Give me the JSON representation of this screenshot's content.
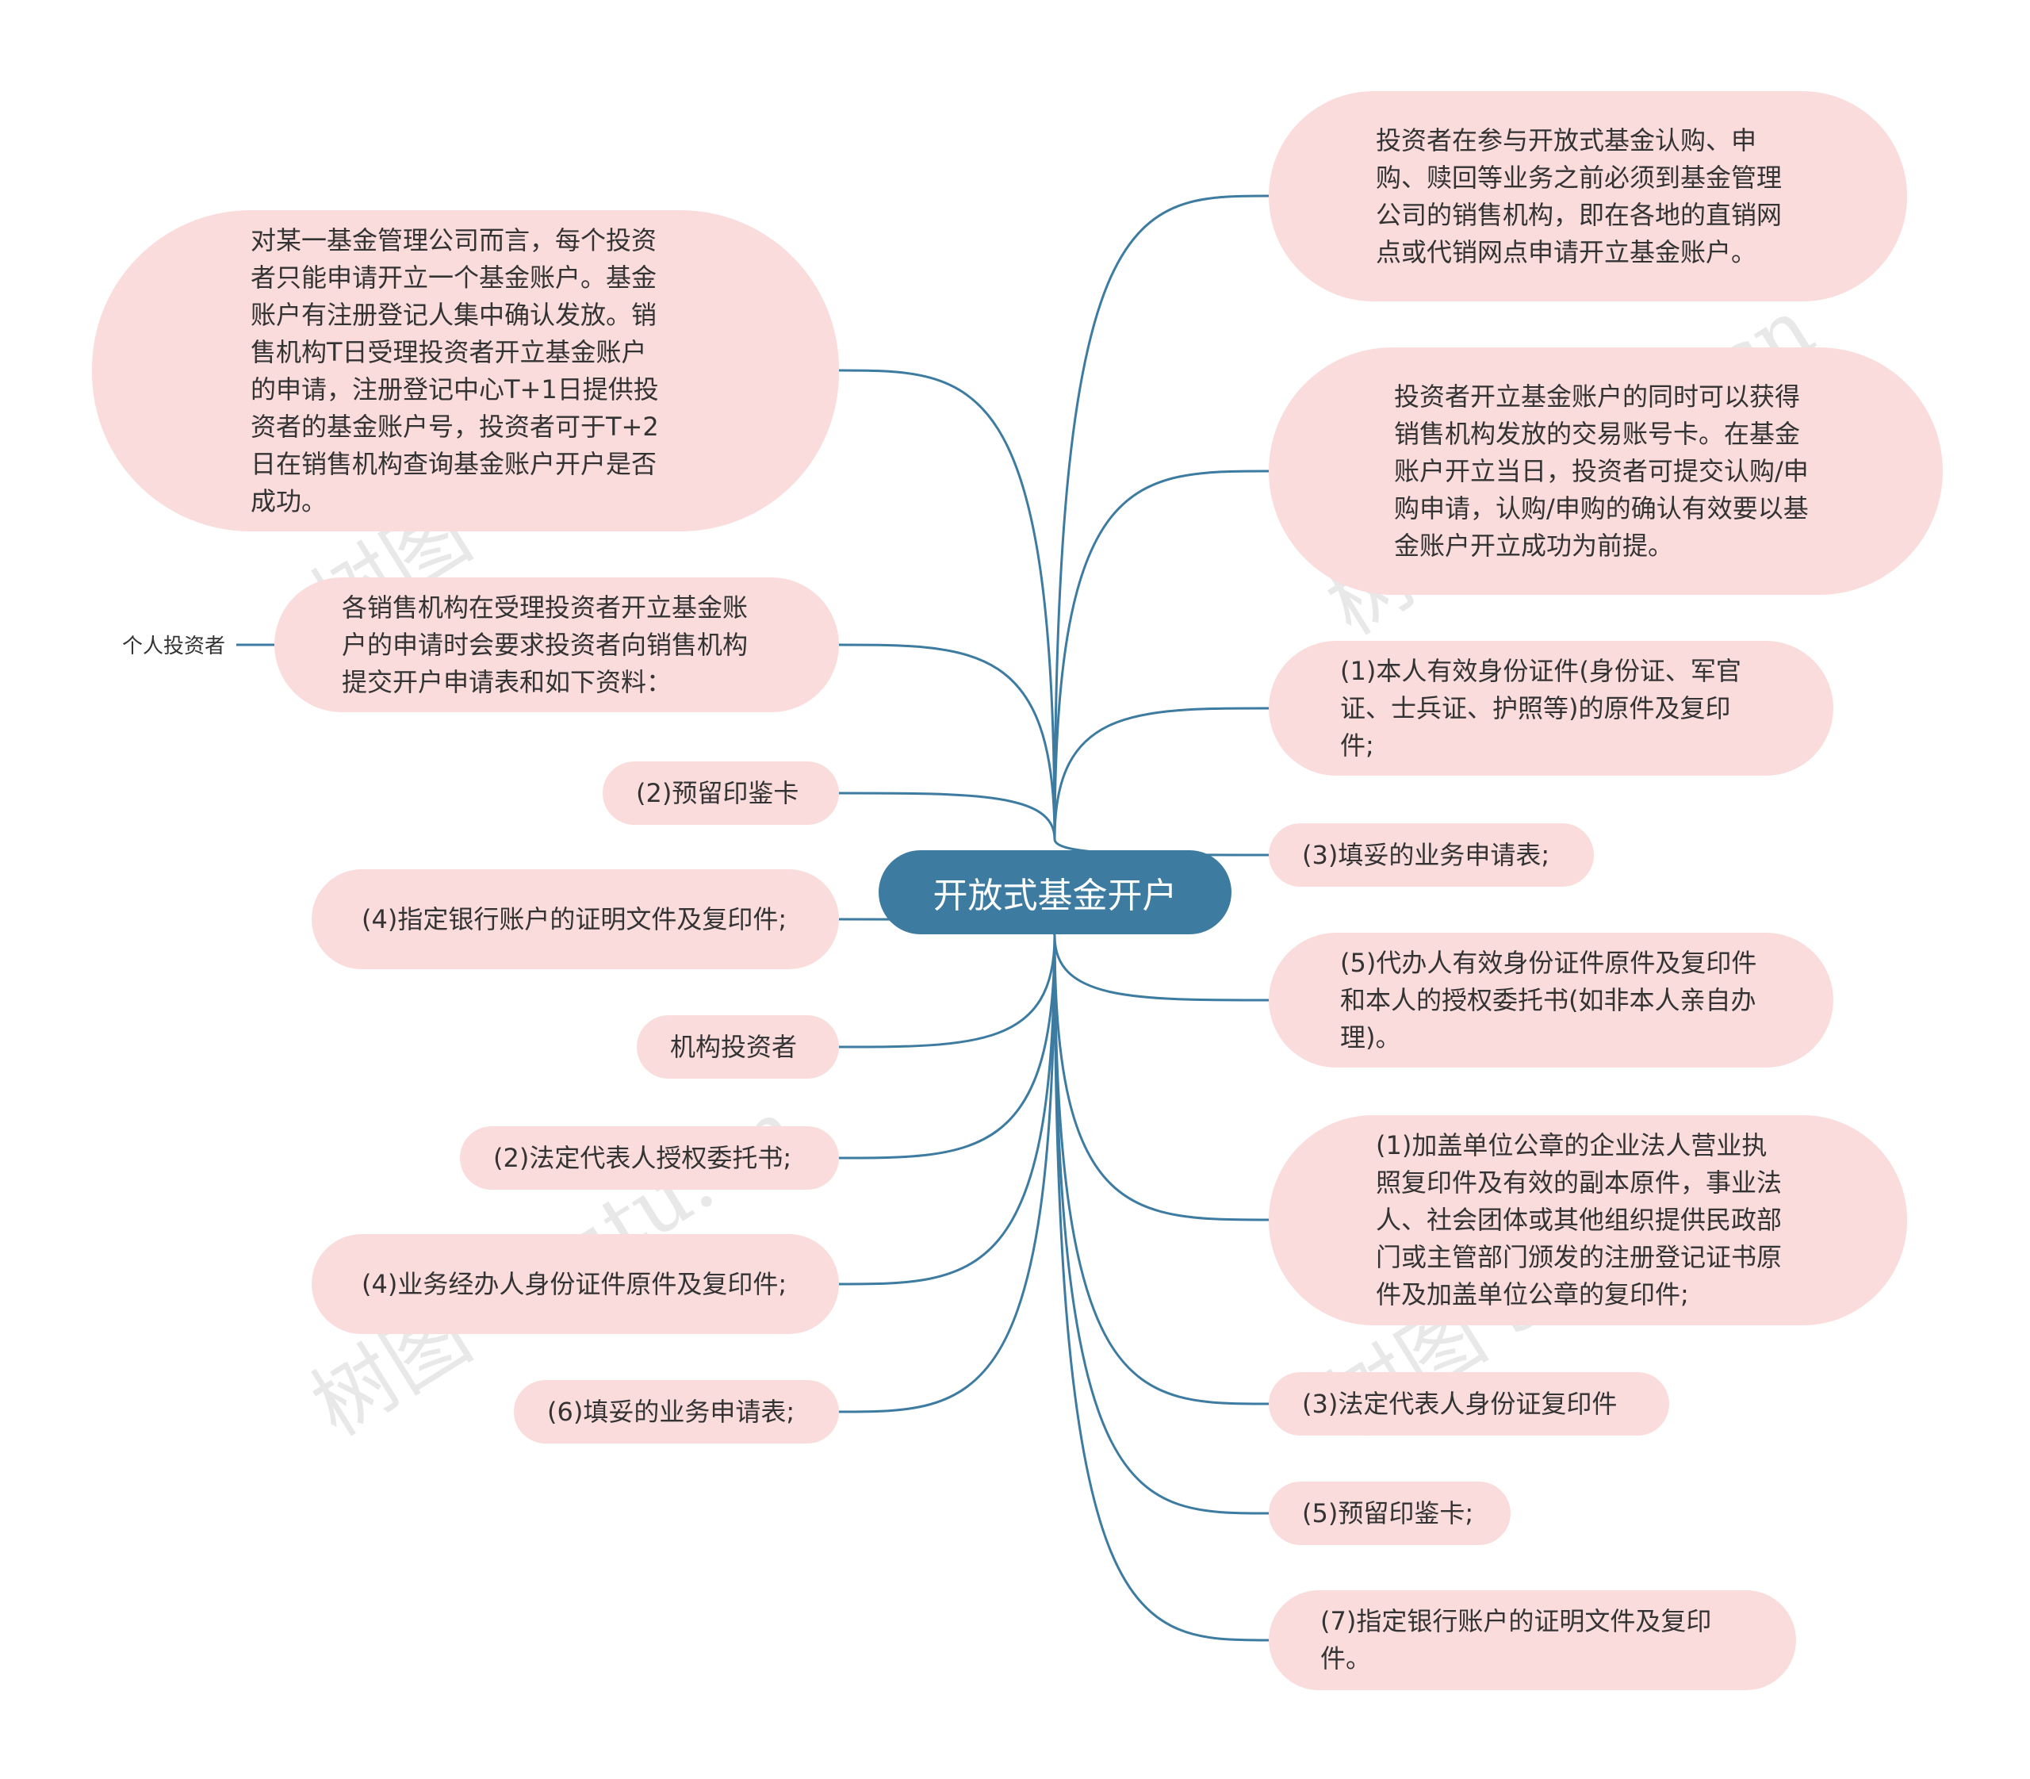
{
  "diagram": {
    "root": {
      "label": "开放式基金开户"
    },
    "side_label": "个人投资者",
    "watermark": "树图 shutu.cn",
    "colors": {
      "root_fill": "#3d7ba1",
      "node_fill": "#fadcdc",
      "link": "#3d7ba1",
      "text": "#333333"
    },
    "left_nodes": [
      {
        "id": "L1",
        "text": "对某一基金管理公司而言，每个投资者只能申请开立一个基金账户。基金账户有注册登记人集中确认发放。销售机构T日受理投资者开立基金账户的申请，注册登记中心T+1日提供投资者的基金账户号，投资者可于T+2日在销售机构查询基金账户开户是否成功。"
      },
      {
        "id": "L2",
        "text": "各销售机构在受理投资者开立基金账户的申请时会要求投资者向销售机构提交开户申请表和如下资料："
      },
      {
        "id": "L3",
        "text": "(2)预留印鉴卡"
      },
      {
        "id": "L4",
        "text": "(4)指定银行账户的证明文件及复印件;"
      },
      {
        "id": "L5",
        "text": "机构投资者"
      },
      {
        "id": "L6",
        "text": "(2)法定代表人授权委托书;"
      },
      {
        "id": "L7",
        "text": "(4)业务经办人身份证件原件及复印件;"
      },
      {
        "id": "L8",
        "text": "(6)填妥的业务申请表;"
      }
    ],
    "right_nodes": [
      {
        "id": "R1",
        "text": "投资者在参与开放式基金认购、申购、赎回等业务之前必须到基金管理公司的销售机构，即在各地的直销网点或代销网点申请开立基金账户。"
      },
      {
        "id": "R2",
        "text": "投资者开立基金账户的同时可以获得销售机构发放的交易账号卡。在基金账户开立当日，投资者可提交认购/申购申请，认购/申购的确认有效要以基金账户开立成功为前提。"
      },
      {
        "id": "R3",
        "text": "(1)本人有效身份证件(身份证、军官证、士兵证、护照等)的原件及复印件;"
      },
      {
        "id": "R4",
        "text": "(3)填妥的业务申请表;"
      },
      {
        "id": "R5",
        "text": "(5)代办人有效身份证件原件及复印件和本人的授权委托书(如非本人亲自办理)。"
      },
      {
        "id": "R6",
        "text": "(1)加盖单位公章的企业法人营业执照复印件及有效的副本原件，事业法人、社会团体或其他组织提供民政部门或主管部门颁发的注册登记证书原件及加盖单位公章的复印件;"
      },
      {
        "id": "R7",
        "text": "(3)法定代表人身份证复印件"
      },
      {
        "id": "R8",
        "text": "(5)预留印鉴卡;"
      },
      {
        "id": "R9",
        "text": "(7)指定银行账户的证明文件及复印件。"
      }
    ]
  }
}
